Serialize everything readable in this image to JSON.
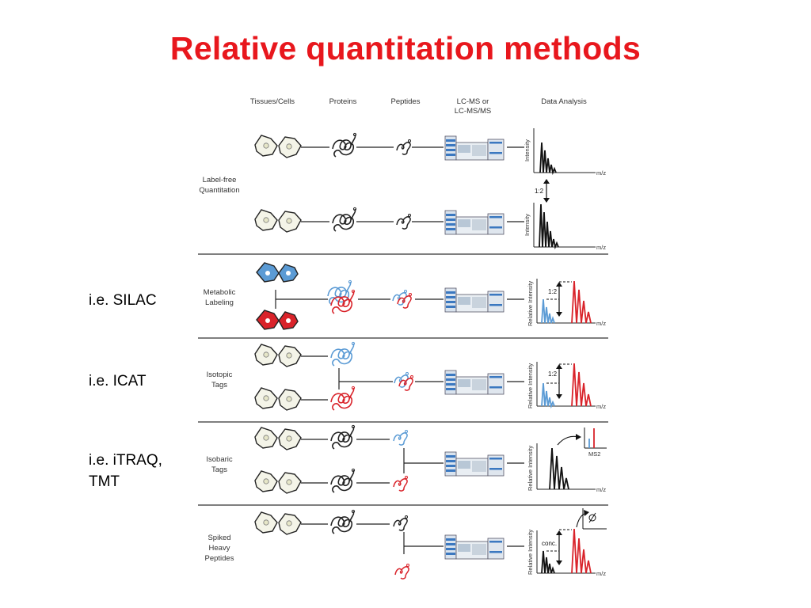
{
  "title": "Relative quantitation methods",
  "side_labels": {
    "silac": "i.e. SILAC",
    "icat": "i.e. ICAT",
    "itraq_line1": "i.e. iTRAQ,",
    "itraq_line2": "TMT"
  },
  "columns": [
    "Tissues/Cells",
    "Proteins",
    "Peptides",
    "LC-MS or",
    "LC-MS/MS",
    "Data Analysis"
  ],
  "rows": {
    "labelfree": [
      "Label-free",
      "Quantitation"
    ],
    "metabolic": [
      "Metabolic",
      "Labeling"
    ],
    "isotopic": [
      "Isotopic",
      "Tags"
    ],
    "isobaric": [
      "Isobaric",
      "Tags"
    ],
    "spiked": [
      "Spiked",
      "Heavy",
      "Peptides"
    ]
  },
  "axis": {
    "intensity": "Intensity",
    "relative_intensity": "Relative Intensity",
    "mz": "m/z",
    "ms2": "MS2"
  },
  "annotations": {
    "ratio": "1:2",
    "conc": "conc."
  },
  "colors": {
    "title": "#e8171d",
    "light": "#5b9bd5",
    "heavy": "#d9232a",
    "ink": "#222222"
  }
}
